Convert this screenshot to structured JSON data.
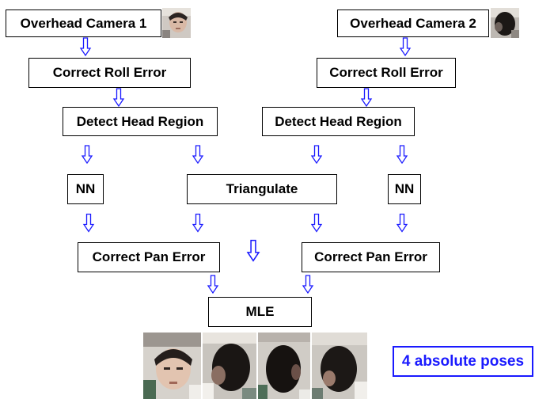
{
  "nodes": {
    "camera1": "Overhead Camera 1",
    "camera2": "Overhead Camera 2",
    "roll1": "Correct Roll Error",
    "roll2": "Correct Roll Error",
    "head1": "Detect Head Region",
    "head2": "Detect Head Region",
    "nn1": "NN",
    "nn2": "NN",
    "triangulate": "Triangulate",
    "pan1": "Correct Pan Error",
    "pan2": "Correct Pan Error",
    "mle": "MLE"
  },
  "output_label": "4 absolute poses",
  "colors": {
    "arrow": "#1a1aff",
    "legend": "#1a1aff",
    "box_border": "#000000"
  }
}
